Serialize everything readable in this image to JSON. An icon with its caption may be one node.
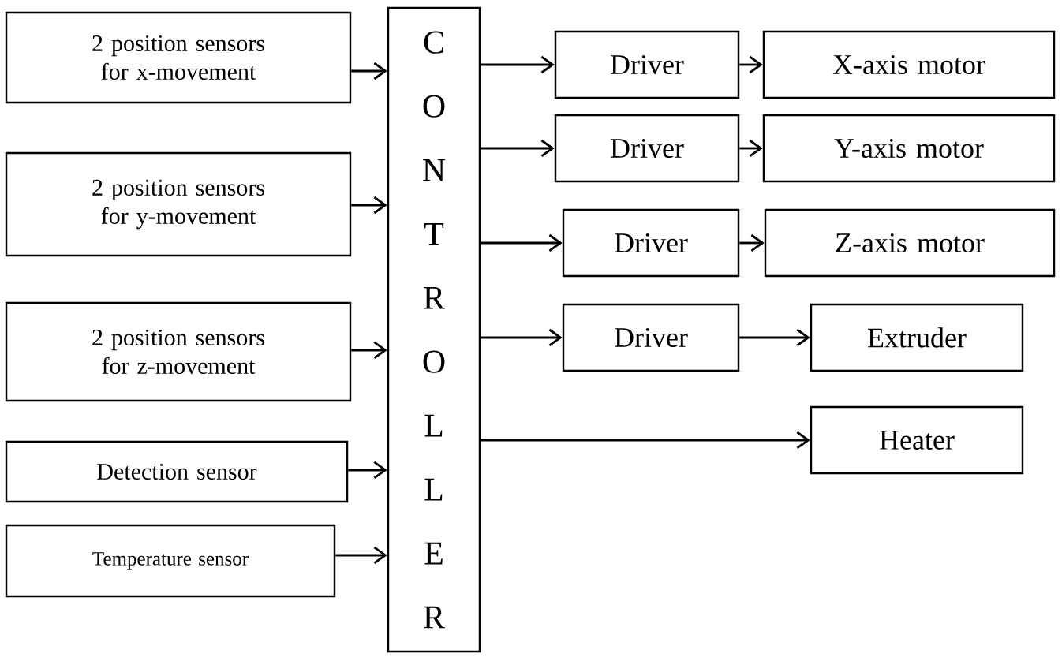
{
  "diagram": {
    "nodes": [
      {
        "text": [
          "2 position sensors for x-movement"
        ]
      },
      {
        "text": [
          "2 position sensors for y-movement"
        ]
      },
      {
        "text": [
          "2 position sensors for z-movement"
        ]
      },
      {
        "text": [
          "Detection sensor"
        ]
      },
      {
        "text": [
          "Temperature sensor"
        ]
      },
      {
        "text": [
          "C O N T R O L L E R"
        ]
      },
      {
        "text": [
          "Driver"
        ]
      },
      {
        "text": [
          "X-axis motor"
        ]
      },
      {
        "text": [
          "Driver"
        ]
      },
      {
        "text": [
          "Y-axis motor"
        ]
      },
      {
        "text": [
          "Driver"
        ]
      },
      {
        "text": [
          "Z-axis motor"
        ]
      },
      {
        "text": [
          "Driver"
        ]
      },
      {
        "text": [
          "Extruder"
        ]
      },
      {
        "text": [
          "Heater"
        ]
      }
    ],
    "edges": [
      {
        "from": 0,
        "to": 5,
        "arrow": "to"
      },
      {
        "from": 1,
        "to": 5,
        "arrow": "to"
      },
      {
        "from": 2,
        "to": 5,
        "arrow": "to"
      },
      {
        "from": 3,
        "to": 5,
        "arrow": "to"
      },
      {
        "from": 4,
        "to": 5,
        "arrow": "to"
      },
      {
        "from": 5,
        "to": 6,
        "arrow": "to"
      },
      {
        "from": 6,
        "to": 7,
        "arrow": "to"
      },
      {
        "from": 5,
        "to": 8,
        "arrow": "to"
      },
      {
        "from": 8,
        "to": 9,
        "arrow": "to"
      },
      {
        "from": 5,
        "to": 10,
        "arrow": "to"
      },
      {
        "from": 10,
        "to": 11,
        "arrow": "to"
      },
      {
        "from": 5,
        "to": 12,
        "arrow": "to"
      },
      {
        "from": 12,
        "to": 13,
        "arrow": "to"
      },
      {
        "from": 5,
        "to": 14,
        "arrow": "to"
      }
    ]
  }
}
